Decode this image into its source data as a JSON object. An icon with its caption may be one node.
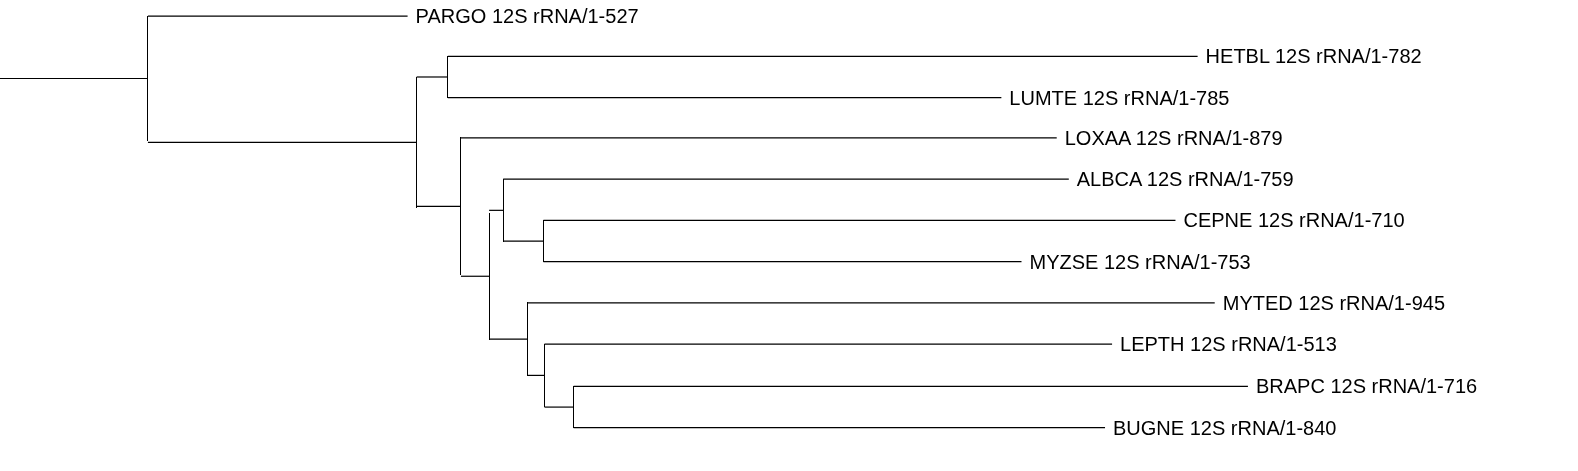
{
  "diagram": {
    "nodes": [
      {
        "text": [
          "PARGO 12S rRNA/1-527"
        ]
      },
      {
        "text": [
          "HETBL 12S rRNA/1-782"
        ]
      },
      {
        "text": [
          "LUMTE 12S rRNA/1-785"
        ]
      },
      {
        "text": [
          "LOXAA 12S rRNA/1-879"
        ]
      },
      {
        "text": [
          "ALBCA 12S rRNA/1-759"
        ]
      },
      {
        "text": [
          "CEPNE 12S rRNA/1-710"
        ]
      },
      {
        "text": [
          "MYZSE 12S rRNA/1-753"
        ]
      },
      {
        "text": [
          "MYTED 12S rRNA/1-945"
        ]
      },
      {
        "text": [
          "LEPTH 12S rRNA/1-513"
        ]
      },
      {
        "text": [
          "BRAPC 12S rRNA/1-716"
        ]
      },
      {
        "text": [
          "BUGNE 12S rRNA/1-840"
        ]
      },
      {
        "text": [],
        "shape": "bar"
      },
      {
        "text": [],
        "shape": "bar"
      },
      {
        "text": [],
        "shape": "bar"
      },
      {
        "text": [],
        "shape": "bar"
      },
      {
        "text": [],
        "shape": "bar"
      },
      {
        "text": [],
        "shape": "bar"
      },
      {
        "text": [],
        "shape": "bar"
      },
      {
        "text": [],
        "shape": "bar"
      },
      {
        "text": [],
        "shape": "bar"
      },
      {
        "text": [],
        "shape": "bar"
      }
    ],
    "edges": [
      {
        "from": null,
        "to": 11,
        "arrow": "none"
      },
      {
        "from": 11,
        "to": 0,
        "arrow": "none"
      },
      {
        "from": 11,
        "to": 12,
        "arrow": "none"
      },
      {
        "from": 12,
        "to": 13,
        "arrow": "none"
      },
      {
        "from": 12,
        "to": 14,
        "arrow": "none"
      },
      {
        "from": 13,
        "to": 1,
        "arrow": "none"
      },
      {
        "from": 13,
        "to": 2,
        "arrow": "none"
      },
      {
        "from": 14,
        "to": 3,
        "arrow": "none"
      },
      {
        "from": 14,
        "to": 15,
        "arrow": "none"
      },
      {
        "from": 15,
        "to": 16,
        "arrow": "none"
      },
      {
        "from": 15,
        "to": 18,
        "arrow": "none"
      },
      {
        "from": 16,
        "to": 4,
        "arrow": "none"
      },
      {
        "from": 16,
        "to": 17,
        "arrow": "none"
      },
      {
        "from": 17,
        "to": 5,
        "arrow": "none"
      },
      {
        "from": 17,
        "to": 6,
        "arrow": "none"
      },
      {
        "from": 18,
        "to": 7,
        "arrow": "none"
      },
      {
        "from": 18,
        "to": 19,
        "arrow": "none"
      },
      {
        "from": 19,
        "to": 8,
        "arrow": "none"
      },
      {
        "from": 19,
        "to": 20,
        "arrow": "none"
      },
      {
        "from": 20,
        "to": 9,
        "arrow": "none"
      },
      {
        "from": 20,
        "to": 10,
        "arrow": "none"
      }
    ]
  }
}
